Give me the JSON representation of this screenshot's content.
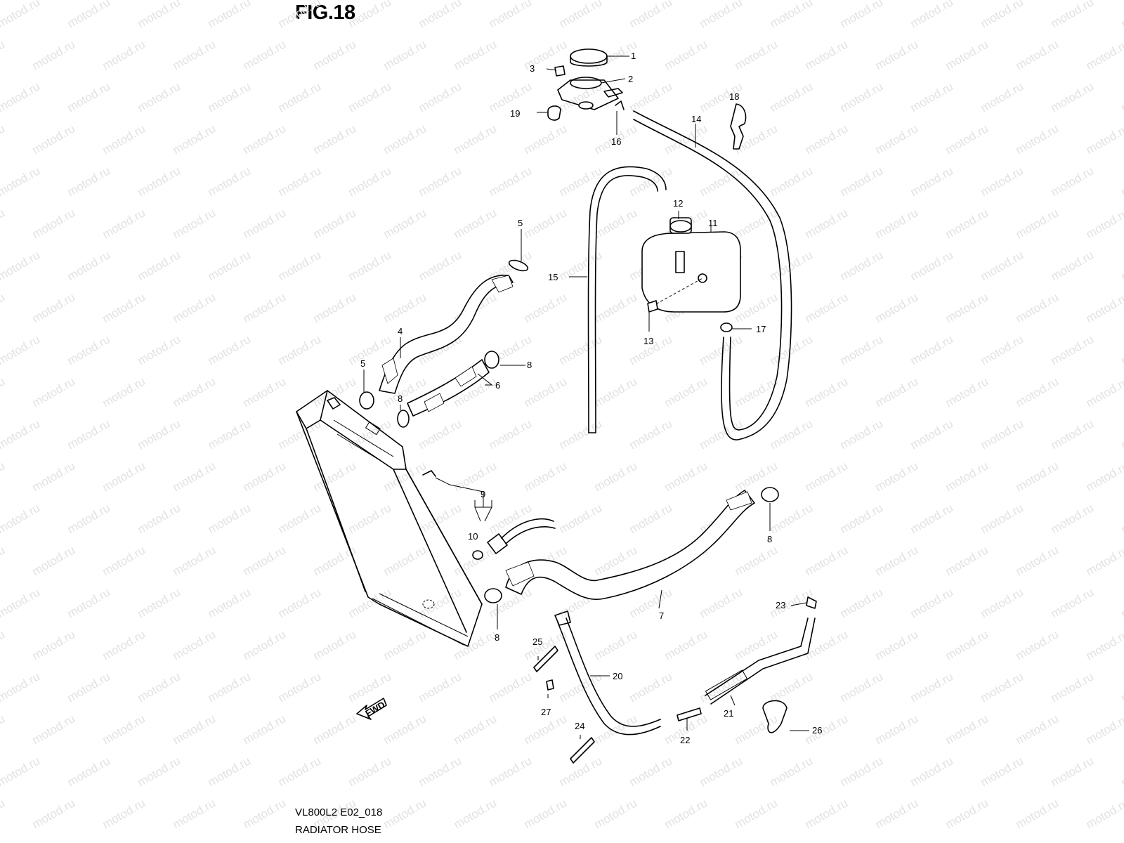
{
  "title": "FIG.18",
  "footer": {
    "code": "VL800L2 E02_018",
    "name": "RADIATOR HOSE"
  },
  "watermark": "motod.ru",
  "fwd_label": "FWD",
  "callouts": [
    "1",
    "2",
    "3",
    "4",
    "5",
    "5",
    "6",
    "7",
    "8",
    "8",
    "8",
    "8",
    "9",
    "10",
    "11",
    "12",
    "13",
    "14",
    "15",
    "16",
    "17",
    "18",
    "19",
    "20",
    "21",
    "22",
    "23",
    "24",
    "25",
    "26",
    "27"
  ]
}
